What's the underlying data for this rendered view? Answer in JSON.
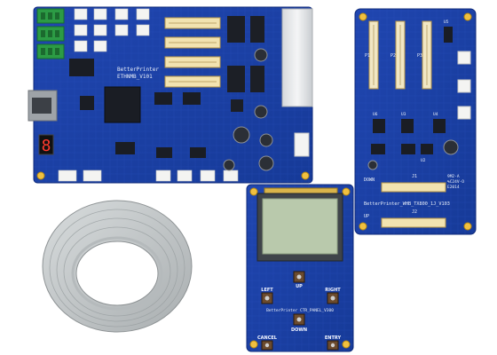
{
  "image": {
    "alt": "Printer boards"
  },
  "main_board": {
    "label": "BetterPrinter",
    "model": "ETHNMB_V101",
    "segment_digit": "8"
  },
  "adapter_board": {
    "connector_labels": [
      "P1",
      "P2",
      "P3"
    ],
    "chip_labels": [
      "U5",
      "U6",
      "U3",
      "U4",
      "U2"
    ],
    "side_text": [
      "9M2-A",
      "%C24V-O",
      "E2014"
    ],
    "down_label": "DOWN",
    "j1_label": "J1",
    "model": "BetterPrinter_WHB_TX800_1J_V103",
    "up_label": "UP",
    "j2_label": "J2"
  },
  "control_panel": {
    "up_label": "UP",
    "left_label": "LEFT",
    "right_label": "RIGHT",
    "model": "BetterPrinter CTR_PANEL_V300",
    "down_label": "DOWN",
    "cancel_label": "CANCEL",
    "entry_label": "ENTRY"
  },
  "colors": {
    "pcb_blue": "#1a3fa3",
    "pcb_dark": "#14318a",
    "lcd_green": "#b9c9ac",
    "cable_gray": "#c9cdcf"
  }
}
